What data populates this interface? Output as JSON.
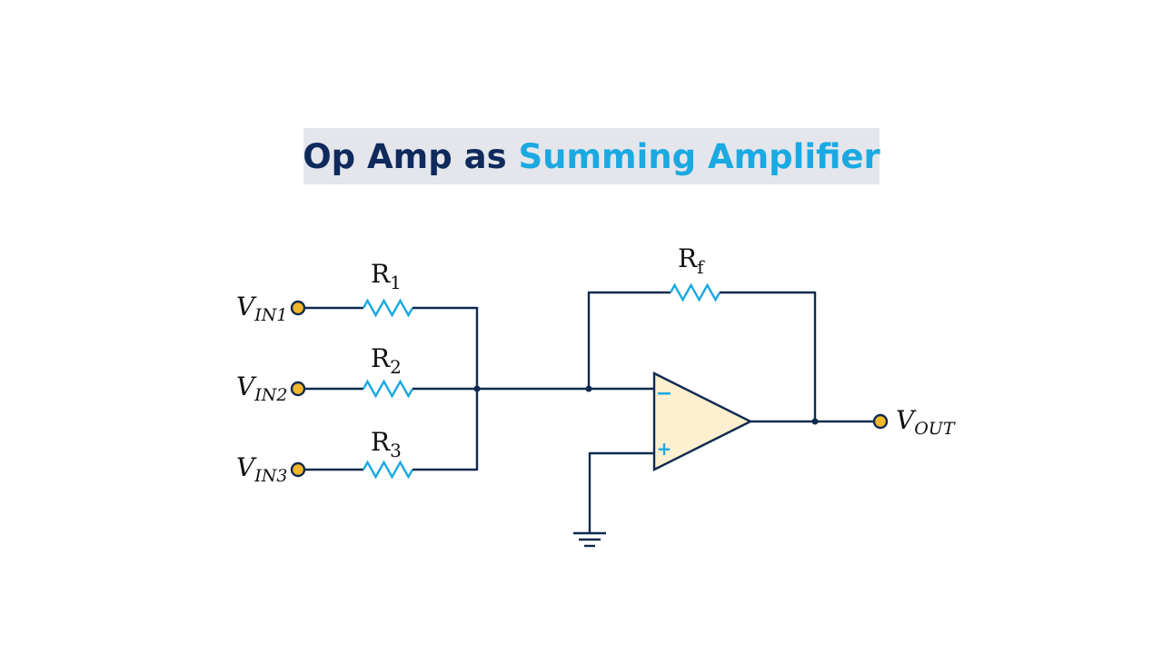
{
  "title": {
    "part1": "Op Amp as",
    "part2": "Summing Amplifier"
  },
  "colors": {
    "wire": "#0f2a4f",
    "resistor": "#1ba9e1",
    "terminal": "#f2b72b",
    "opamp_fill": "#fdefcf",
    "title_bg": "#e4e6ec",
    "title_dark": "#0f2a5c",
    "title_accent": "#1ba9e1"
  },
  "inputs": [
    {
      "label": "V",
      "sub": "IN1"
    },
    {
      "label": "V",
      "sub": "IN2"
    },
    {
      "label": "V",
      "sub": "IN3"
    }
  ],
  "resistors": [
    {
      "label": "R",
      "sub": "1"
    },
    {
      "label": "R",
      "sub": "2"
    },
    {
      "label": "R",
      "sub": "3"
    }
  ],
  "feedback": {
    "label": "R",
    "sub": "f"
  },
  "output": {
    "label": "V",
    "sub": "OUT"
  },
  "opamp": {
    "minus": "−",
    "plus": "+"
  }
}
